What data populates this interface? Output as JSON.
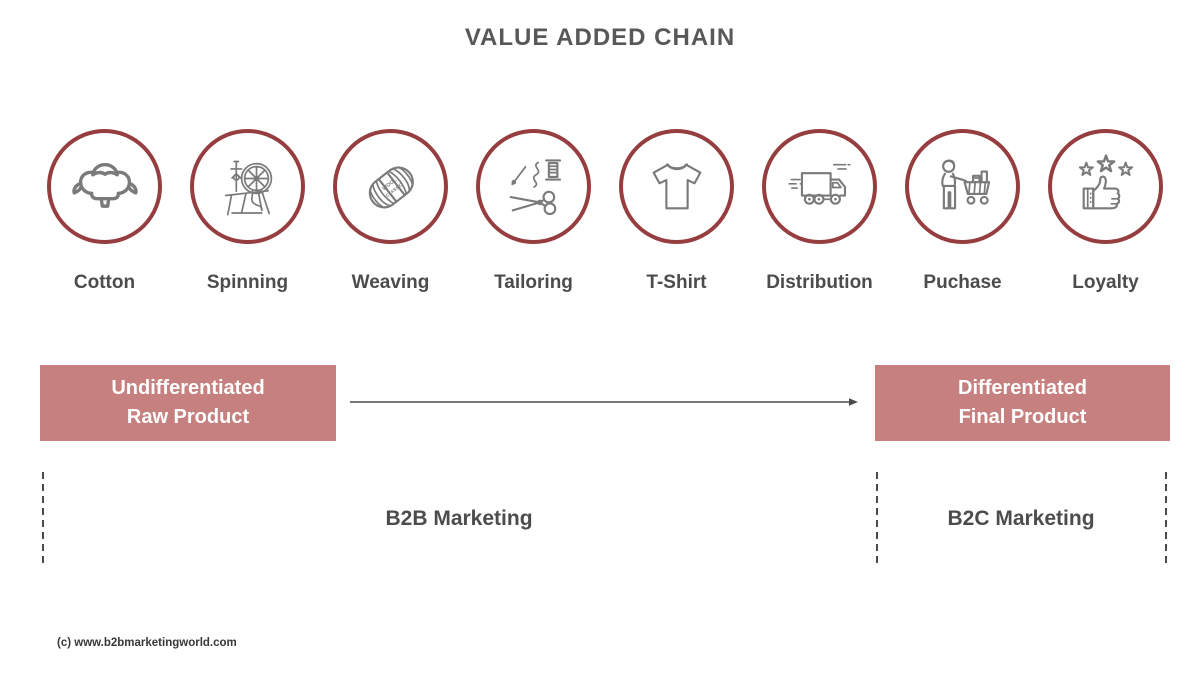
{
  "title": "VALUE ADDED CHAIN",
  "stages": [
    {
      "label": "Cotton",
      "icon": "cotton-icon"
    },
    {
      "label": "Spinning",
      "icon": "spinning-wheel-icon"
    },
    {
      "label": "Weaving",
      "icon": "yarn-skein-icon"
    },
    {
      "label": "Tailoring",
      "icon": "tailoring-tools-icon"
    },
    {
      "label": "T-Shirt",
      "icon": "tshirt-icon"
    },
    {
      "label": "Distribution",
      "icon": "delivery-truck-icon"
    },
    {
      "label": "Puchase",
      "icon": "shopping-cart-icon"
    },
    {
      "label": "Loyalty",
      "icon": "thumbs-up-stars-icon"
    }
  ],
  "yarn_label": {
    "line1": "WOOL",
    "line2": "CLASSIC"
  },
  "flow": {
    "left_box": {
      "line1": "Undifferentiated",
      "line2": "Raw Product"
    },
    "right_box": {
      "line1": "Differentiated",
      "line2": "Final Product"
    }
  },
  "sections": {
    "b2b_label": "B2B Marketing",
    "b2c_label": "B2C Marketing"
  },
  "footer": {
    "copyright": "(c) www.b2bmarketingworld.com"
  },
  "colors": {
    "circle_border": "#963d3f",
    "icon_stroke": "#7a7a7a",
    "box_background": "#c5807f",
    "box_text": "#ffffff",
    "text": "#4c4c4c"
  }
}
